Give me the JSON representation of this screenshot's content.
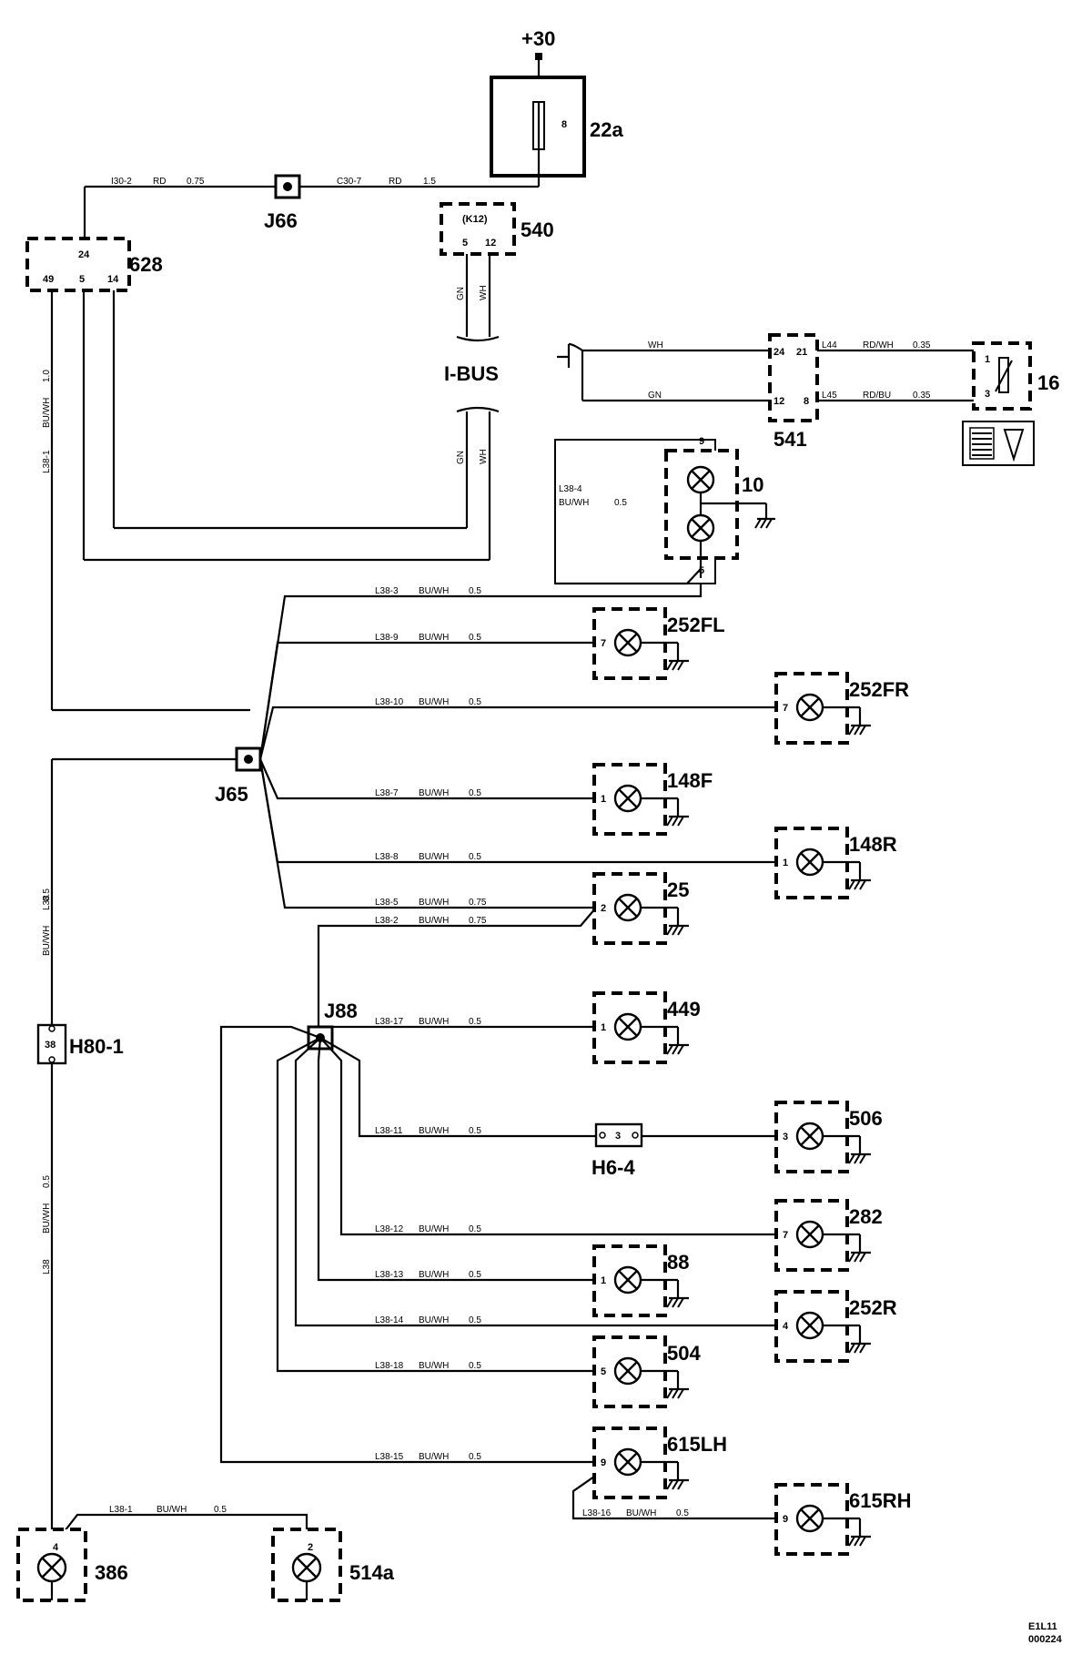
{
  "supply": {
    "label": "+30"
  },
  "fuse": {
    "id": "22a",
    "pin": "8"
  },
  "junctions": {
    "j66": "J66",
    "j65": "J65",
    "j88": "J88"
  },
  "modules": {
    "m628": {
      "id": "628",
      "pin_top": "24",
      "pins": [
        "49",
        "5",
        "14"
      ]
    },
    "m540": {
      "id": "540",
      "sub": "(K12)",
      "pins": [
        "5",
        "12"
      ]
    },
    "m541": {
      "id": "541",
      "pins_left": [
        "24",
        "12"
      ],
      "pins_right": [
        "21",
        "8"
      ]
    },
    "m16": {
      "id": "16",
      "pins": [
        "1",
        "3"
      ]
    },
    "m10": {
      "id": "10",
      "pins": [
        "9",
        "5"
      ]
    }
  },
  "ibus": {
    "label": "I-BUS",
    "wires": [
      "GN",
      "WH"
    ]
  },
  "wire_labels": {
    "i30": [
      "I30-2",
      "RD",
      "0.75"
    ],
    "c30": [
      "C30-7",
      "RD",
      "1.5"
    ],
    "wh541": "WH",
    "gn541": "GN",
    "l44": [
      "L44",
      "RD/WH",
      "0.35"
    ],
    "l45": [
      "L45",
      "RD/BU",
      "0.35"
    ],
    "l38_1_top": [
      "L38-1",
      "BU/WH",
      "1.0"
    ],
    "l38_4": [
      "L38-4",
      "BU/WH",
      "0.5"
    ],
    "l38_left": [
      "L38",
      "BU/WH",
      "0.5"
    ],
    "l38_bottom_left": [
      "L38",
      "BU/WH",
      "0.5"
    ],
    "l38_1_bottom": [
      "L38-1",
      "BU/WH",
      "0.5"
    ]
  },
  "h80": {
    "id": "H80-1",
    "pin": "38"
  },
  "h6": {
    "id": "H6-4",
    "pin": "3"
  },
  "j65_branches": [
    {
      "wire": "L38-3",
      "color": "BU/WH",
      "size": "0.5"
    },
    {
      "wire": "L38-9",
      "color": "BU/WH",
      "size": "0.5",
      "lamp": "252FL",
      "pin": "7"
    },
    {
      "wire": "L38-10",
      "color": "BU/WH",
      "size": "0.5",
      "lamp": "252FR",
      "pin": "7"
    },
    {
      "wire": "L38-7",
      "color": "BU/WH",
      "size": "0.5",
      "lamp": "148F",
      "pin": "1"
    },
    {
      "wire": "L38-8",
      "color": "BU/WH",
      "size": "0.5",
      "lamp": "148R",
      "pin": "1"
    },
    {
      "wire": "L38-5",
      "color": "BU/WH",
      "size": "0.75",
      "lamp": "25",
      "pin": "2"
    },
    {
      "wire": "L38-2",
      "color": "BU/WH",
      "size": "0.75"
    }
  ],
  "j88_branches": [
    {
      "wire": "L38-17",
      "color": "BU/WH",
      "size": "0.5",
      "lamp": "449",
      "pin": "1"
    },
    {
      "wire": "L38-11",
      "color": "BU/WH",
      "size": "0.5",
      "lamp": "506",
      "pin": "3"
    },
    {
      "wire": "L38-12",
      "color": "BU/WH",
      "size": "0.5",
      "lamp": "282",
      "pin": "7"
    },
    {
      "wire": "L38-13",
      "color": "BU/WH",
      "size": "0.5",
      "lamp": "88",
      "pin": "1"
    },
    {
      "wire": "L38-14",
      "color": "BU/WH",
      "size": "0.5",
      "lamp": "252R",
      "pin": "4"
    },
    {
      "wire": "L38-18",
      "color": "BU/WH",
      "size": "0.5",
      "lamp": "504",
      "pin": "5"
    },
    {
      "wire": "L38-15",
      "color": "BU/WH",
      "size": "0.5",
      "lamp": "615LH",
      "pin": "9"
    },
    {
      "wire": "L38-16",
      "color": "BU/WH",
      "size": "0.5",
      "lamp": "615RH",
      "pin": "9"
    }
  ],
  "bottom_lamps": [
    {
      "lamp": "386",
      "pin": "4"
    },
    {
      "lamp": "514a",
      "pin": "2"
    }
  ],
  "lamp_pin_10": "9",
  "footer": {
    "line1": "E1L11",
    "line2": "000224"
  }
}
